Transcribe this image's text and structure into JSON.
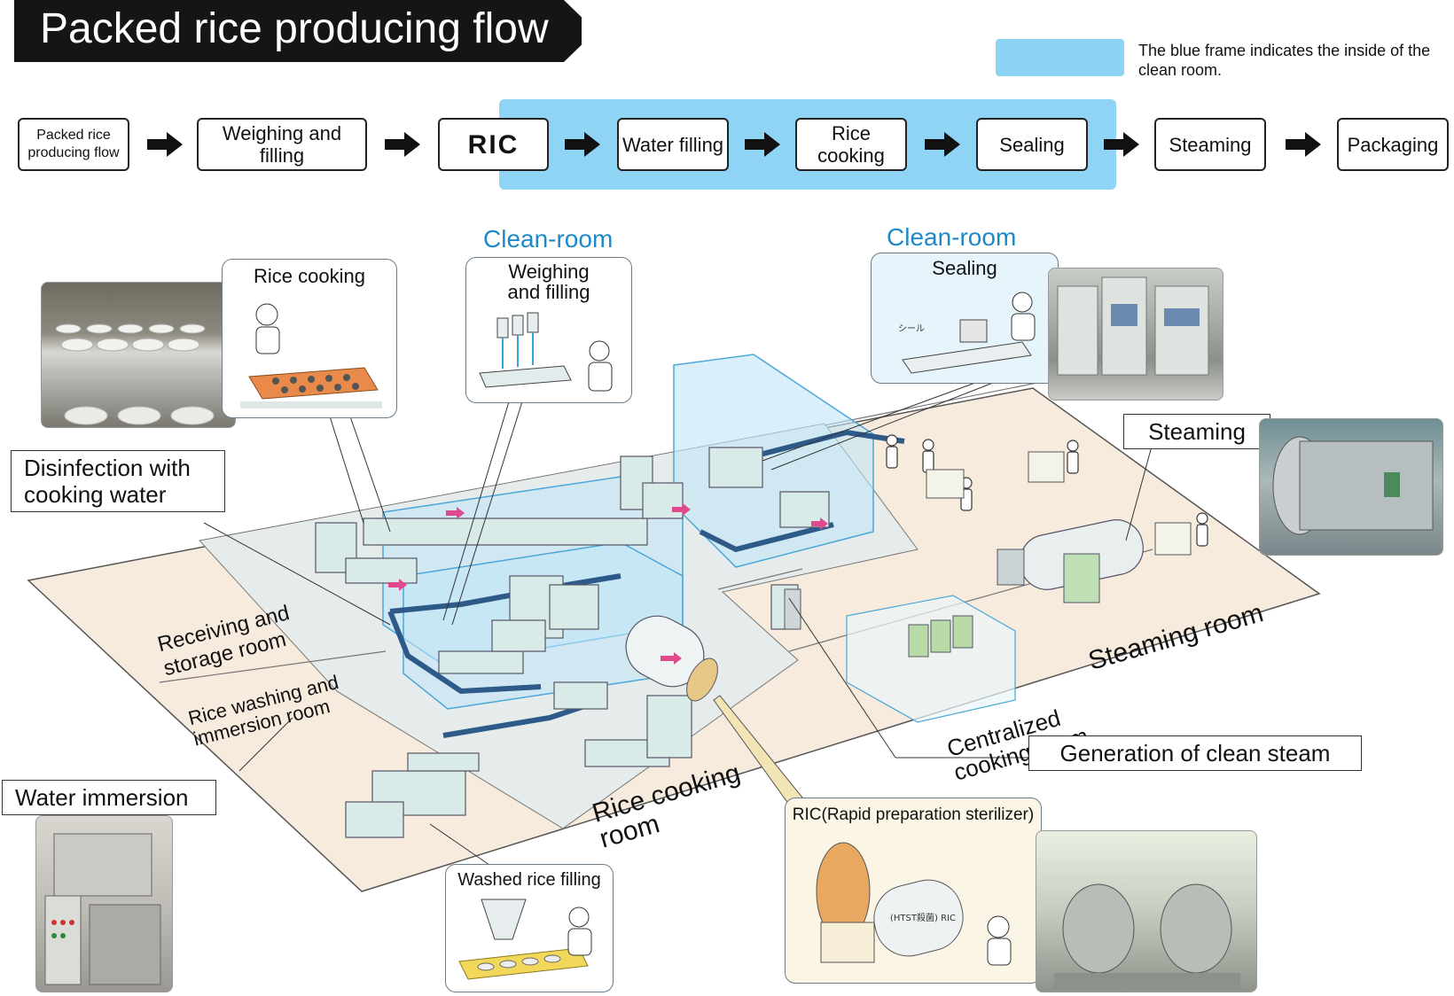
{
  "header": {
    "title": "Packed rice producing flow"
  },
  "legend": {
    "text": "The blue frame indicates the inside of the clean room."
  },
  "flow": {
    "steps": [
      "Packed rice producing flow",
      "Weighing and filling",
      "RIC",
      "Water filling",
      "Rice cooking",
      "Sealing",
      "Steaming",
      "Packaging"
    ]
  },
  "callouts": {
    "clean_room": "Clean-room",
    "rice_cooking": "Rice cooking",
    "weighing": "Weighing and filling",
    "sealing": "Sealing",
    "steaming": "Steaming",
    "disinfection": "Disinfection with cooking water",
    "water_immersion": "Water immersion",
    "washed_rice_filling": "Washed rice filling",
    "ric": "RIC(Rapid preparation sterilizer)",
    "clean_steam": "Generation of clean steam",
    "ric_tank_label": "(HTST殺菌) RIC",
    "seal_sign": "シール"
  },
  "rooms": {
    "receiving": "Receiving and storage room",
    "washing": "Rice washing and immersion room",
    "cooking": "Rice cooking room",
    "steaming": "Steaming room",
    "centralized": "Centralized cooking room"
  },
  "colors": {
    "banner": "#151515",
    "clean_blue": "#8fd4f4",
    "clean_label": "#1f89c7",
    "floor_beige": "#f7ebdd",
    "floor_grey": "#e6ecec"
  }
}
